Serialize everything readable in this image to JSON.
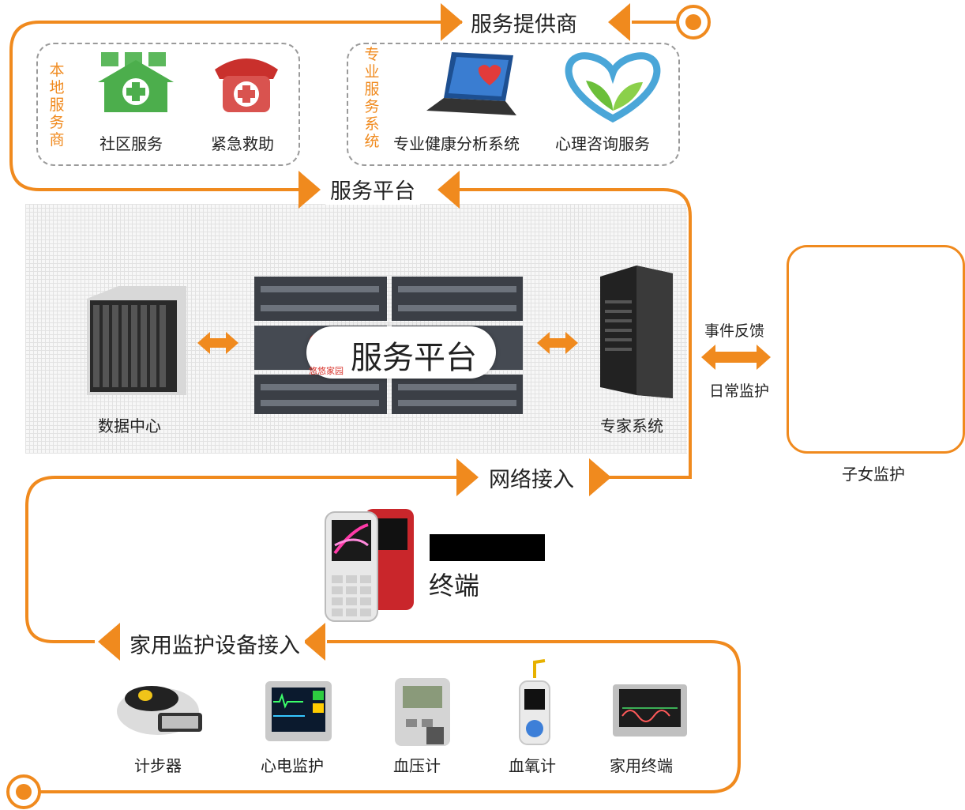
{
  "flow": {
    "service_provider": "服务提供商",
    "service_platform_top": "服务平台",
    "network_access": "网络接入",
    "home_device_access": "家用监护设备接入"
  },
  "local_provider": {
    "vertical_label": "本地服务商",
    "items": [
      "社区服务",
      "紧急救助"
    ]
  },
  "pro_system": {
    "vertical_label": "专业服务系统",
    "items": [
      "专业健康分析系统",
      "心理咨询服务"
    ]
  },
  "platform": {
    "center_label": "服务平台",
    "logo_text": "悠悠家园",
    "data_center": "数据中心",
    "expert_system": "专家系统"
  },
  "feedback": {
    "top": "事件反馈",
    "bottom": "日常监护"
  },
  "child": {
    "label": "子女监护"
  },
  "terminal": {
    "label": "终端"
  },
  "devices": [
    "计步器",
    "心电监护",
    "血压计",
    "血氧计",
    "家用终端"
  ],
  "colors": {
    "accent": "#f08a1e",
    "dash": "#9a9a9a"
  }
}
